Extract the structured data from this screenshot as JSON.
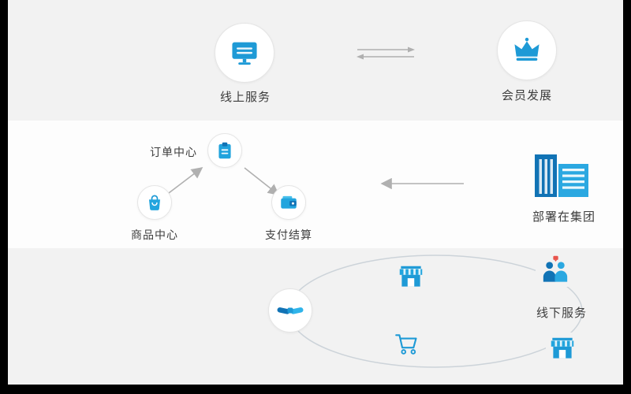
{
  "colors": {
    "accent_blue": "#1e9ad6",
    "accent_blue_light": "#2fb4ea",
    "accent_blue_dark": "#1173b5",
    "band_gray": "#f2f2f2",
    "middle_white": "#fdfdfd",
    "arrow_gray": "#b0b0b0",
    "orbit_gray": "#ccd3d9",
    "text_dark": "#3d3d3d",
    "red_accent": "#e8544c",
    "frame_black": "#000000"
  },
  "sections": {
    "top": {
      "online": {
        "label": "线上服务",
        "icon": "monitor-icon"
      },
      "member": {
        "label": "会员发展",
        "icon": "crown-icon"
      },
      "exchange_icon": "exchange-arrows-icon"
    },
    "middle": {
      "order": {
        "label": "订单中心",
        "icon": "clipboard-icon"
      },
      "product": {
        "label": "商品中心",
        "icon": "shopping-bag-icon"
      },
      "payment": {
        "label": "支付结算",
        "icon": "wallet-icon"
      },
      "deployment": {
        "label": "部署在集团",
        "icon": "buildings-icon"
      }
    },
    "bottom": {
      "offline": {
        "label": "线下服务"
      },
      "orbit_icons": [
        "handshake-icon",
        "storefront-icon",
        "people-icon",
        "storefront-icon",
        "cart-icon"
      ]
    }
  }
}
